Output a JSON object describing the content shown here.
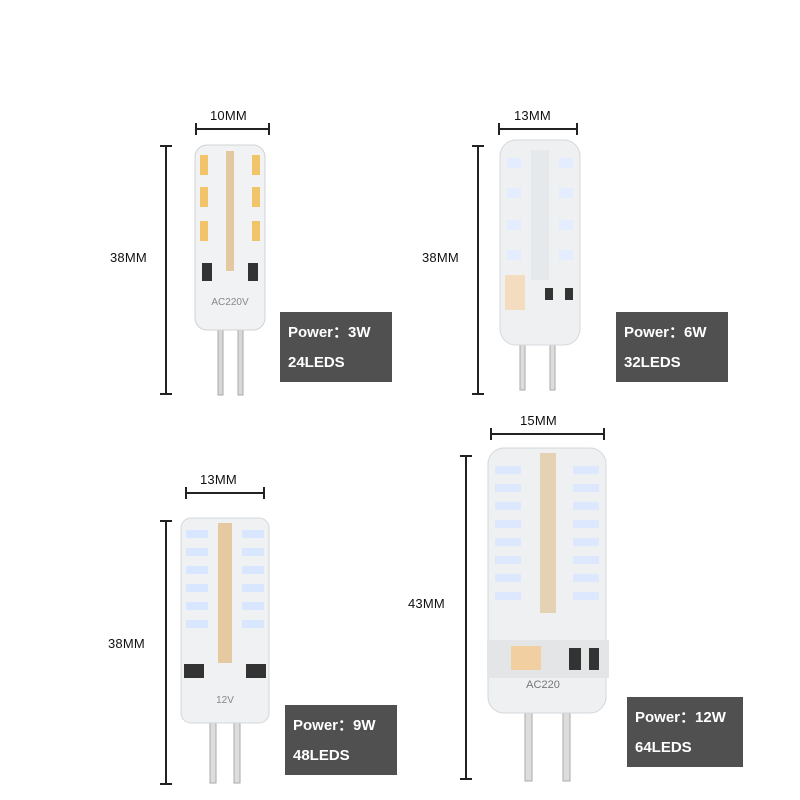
{
  "products": [
    {
      "width_label": "10MM",
      "height_label": "38MM",
      "power_text": "Power：3W",
      "leds_text": "24LEDS",
      "chip_text": "AC220V"
    },
    {
      "width_label": "13MM",
      "height_label": "38MM",
      "power_text": "Power：6W",
      "leds_text": "32LEDS",
      "chip_text": ""
    },
    {
      "width_label": "13MM",
      "height_label": "38MM",
      "power_text": "Power：9W",
      "leds_text": "48LEDS",
      "chip_text": "12V"
    },
    {
      "width_label": "15MM",
      "height_label": "43MM",
      "power_text": "Power：12W",
      "leds_text": "64LEDS",
      "chip_text": "AC220"
    }
  ],
  "colors": {
    "spec_box": "#505050",
    "led_warm": "#f2c46a",
    "led_cool": "#dfe9ff",
    "silicone": "#eef0f2"
  },
  "icons": {
    "bulb": "g4-led-bulb-icon"
  }
}
